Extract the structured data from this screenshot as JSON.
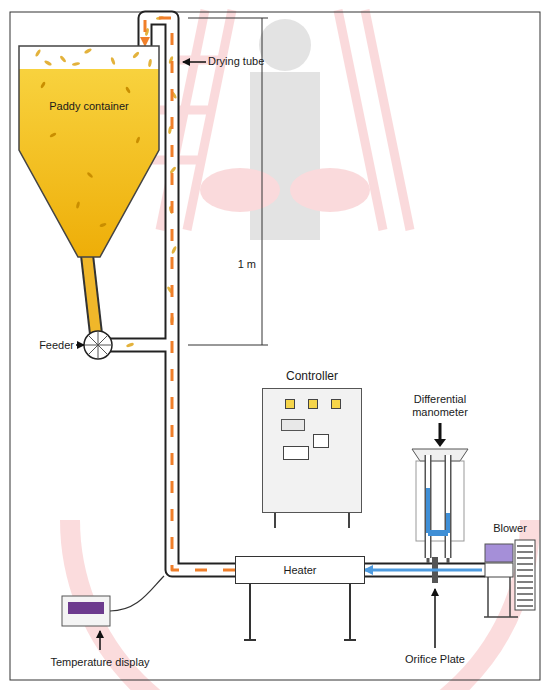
{
  "diagram": {
    "nodes": [
      {
        "text": [
          "Paddy container"
        ]
      },
      {
        "text": [
          "Controller"
        ]
      },
      {
        "text": [
          "Heater"
        ]
      },
      {
        "text": [
          "Differential manometer"
        ]
      },
      {
        "text": [
          "Blower"
        ]
      }
    ],
    "edges": [
      {
        "from": 4,
        "to": 2,
        "arrow": "to"
      },
      {
        "from": 2,
        "to": 0,
        "arrow": "to"
      }
    ],
    "labels": [
      "Drying tube",
      "1 m",
      "Feeder",
      "Temperature display",
      "Orifice Plate"
    ]
  }
}
